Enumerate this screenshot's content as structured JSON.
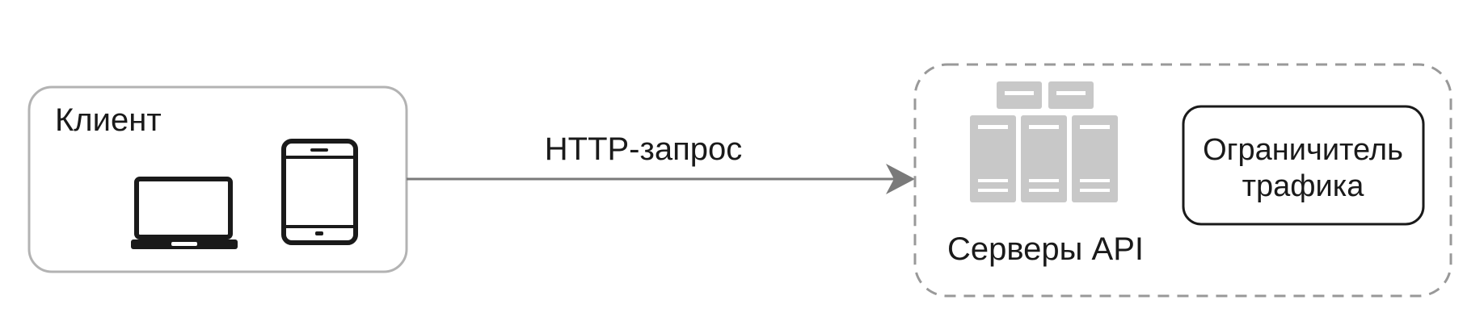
{
  "client": {
    "label": "Клиент",
    "icons": [
      "laptop-icon",
      "tablet-icon"
    ]
  },
  "connection": {
    "label": "HTTP-запрос"
  },
  "api_group": {
    "label": "Серверы API",
    "icon": "server-rack-icon",
    "rate_limiter": {
      "line1": "Ограничитель",
      "line2": "трафика"
    }
  },
  "colors": {
    "box_border": "#b3b3b3",
    "dashed_border": "#999999",
    "arrow": "#7a7a7a",
    "server_fill": "#c8c8c8",
    "device_fill": "#1a1a1a",
    "text": "#1a1a1a"
  }
}
